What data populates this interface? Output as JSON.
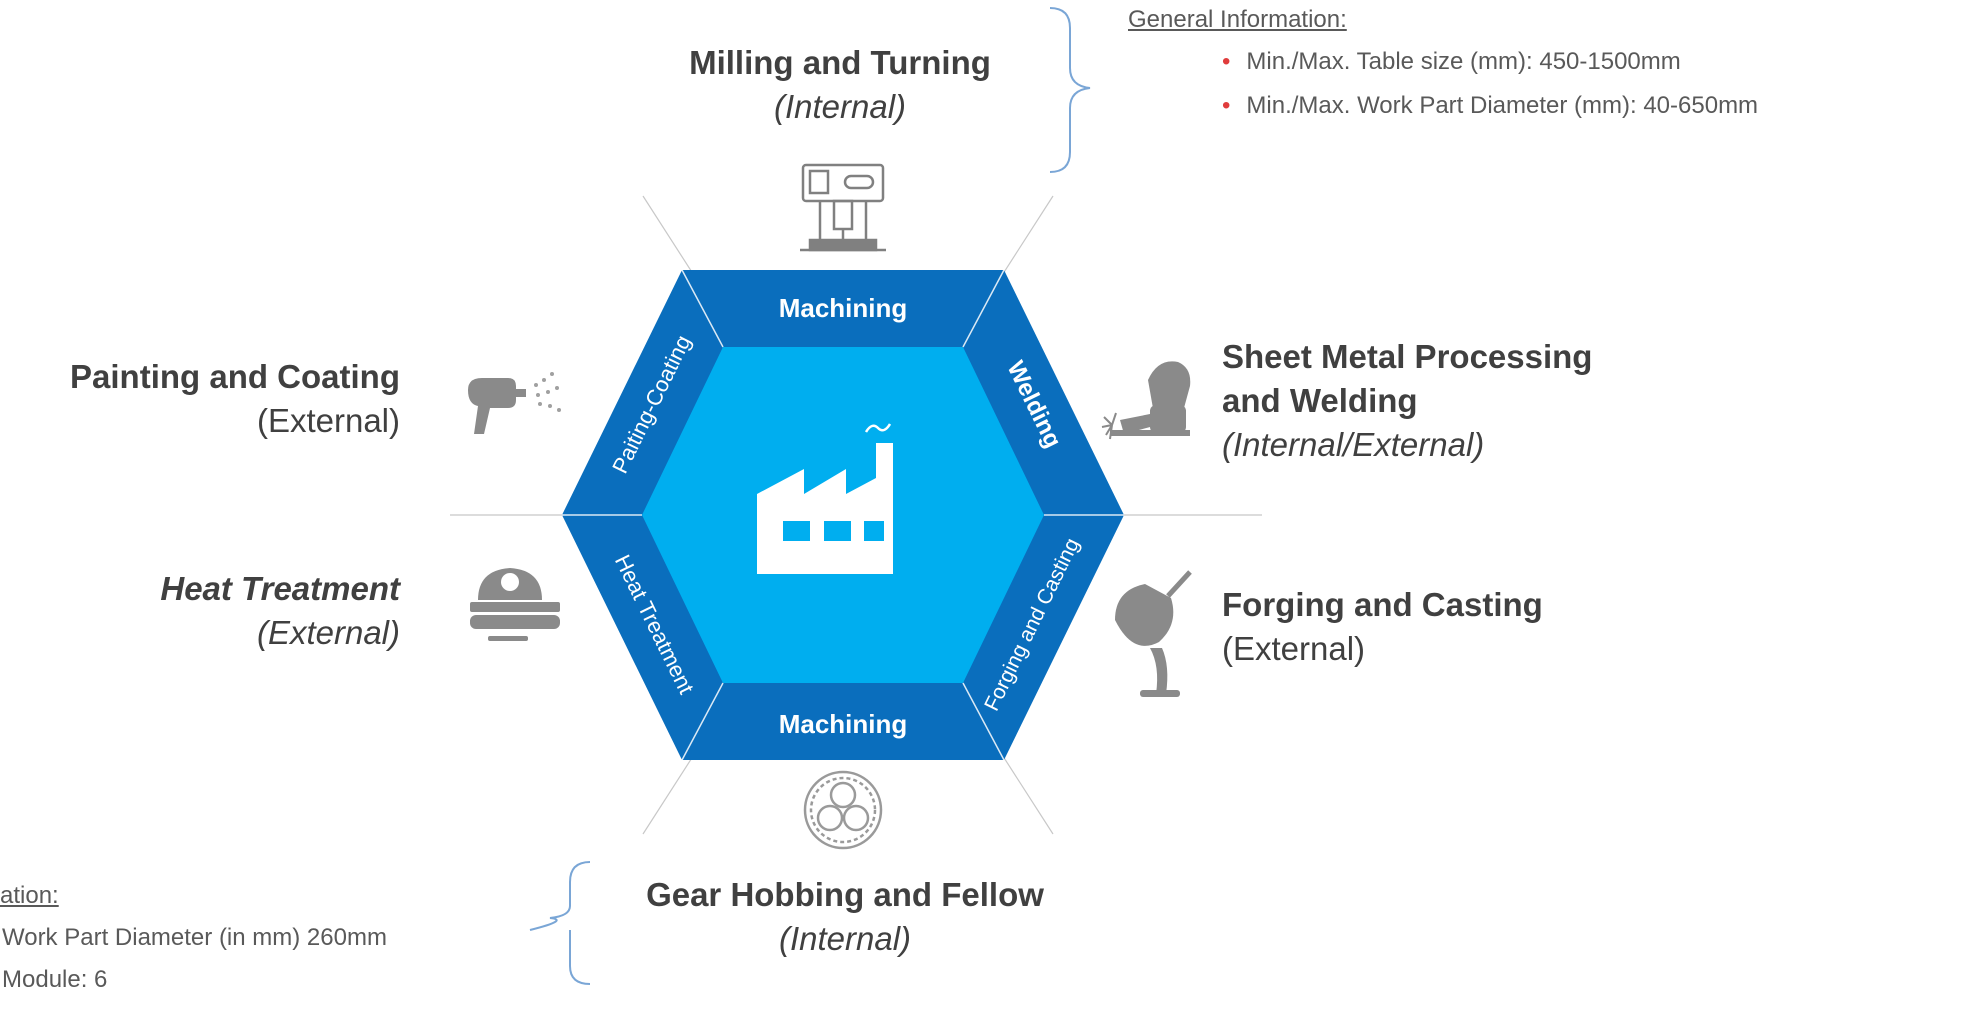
{
  "center": {
    "icon": "factory-icon",
    "colors": {
      "outer": "#0a6ebd",
      "inner": "#00aeef",
      "edge_label": "#ffffff"
    },
    "edge_labels": {
      "top": "Machining",
      "bottom": "Machining",
      "upper_right": "Welding",
      "lower_right": "Forging and Casting",
      "upper_left": "Paiting-Coating",
      "lower_left": "Heat Treatment"
    }
  },
  "processes": {
    "milling": {
      "title": "Milling and Turning",
      "subtitle": "(Internal)",
      "icon": "cnc-machine-icon"
    },
    "sheet_metal": {
      "title_line1": "Sheet Metal Processing",
      "title_line2": "and Welding",
      "subtitle": "(Internal/External)",
      "icon": "welder-icon"
    },
    "forging": {
      "title": "Forging and Casting",
      "subtitle": "(External)",
      "icon": "ladle-pouring-icon"
    },
    "gear": {
      "title": "Gear Hobbing and Fellow",
      "subtitle": "(Internal)",
      "icon": "gear-icon"
    },
    "heat": {
      "title": "Heat Treatment",
      "subtitle": "(External)",
      "icon": "heat-treatment-conveyor-icon"
    },
    "painting": {
      "title": "Painting and Coating",
      "subtitle": "(External)",
      "icon": "spray-gun-icon"
    }
  },
  "info_top": {
    "heading": "General Information:",
    "bullets": [
      "Min./Max. Table size (mm): 450-1500mm",
      "Min./Max. Work Part Diameter (mm): 40-650mm"
    ]
  },
  "info_bottom": {
    "heading": "ation:",
    "bullets": [
      "Work Part Diameter (in mm) 260mm",
      "Module: 6"
    ]
  }
}
